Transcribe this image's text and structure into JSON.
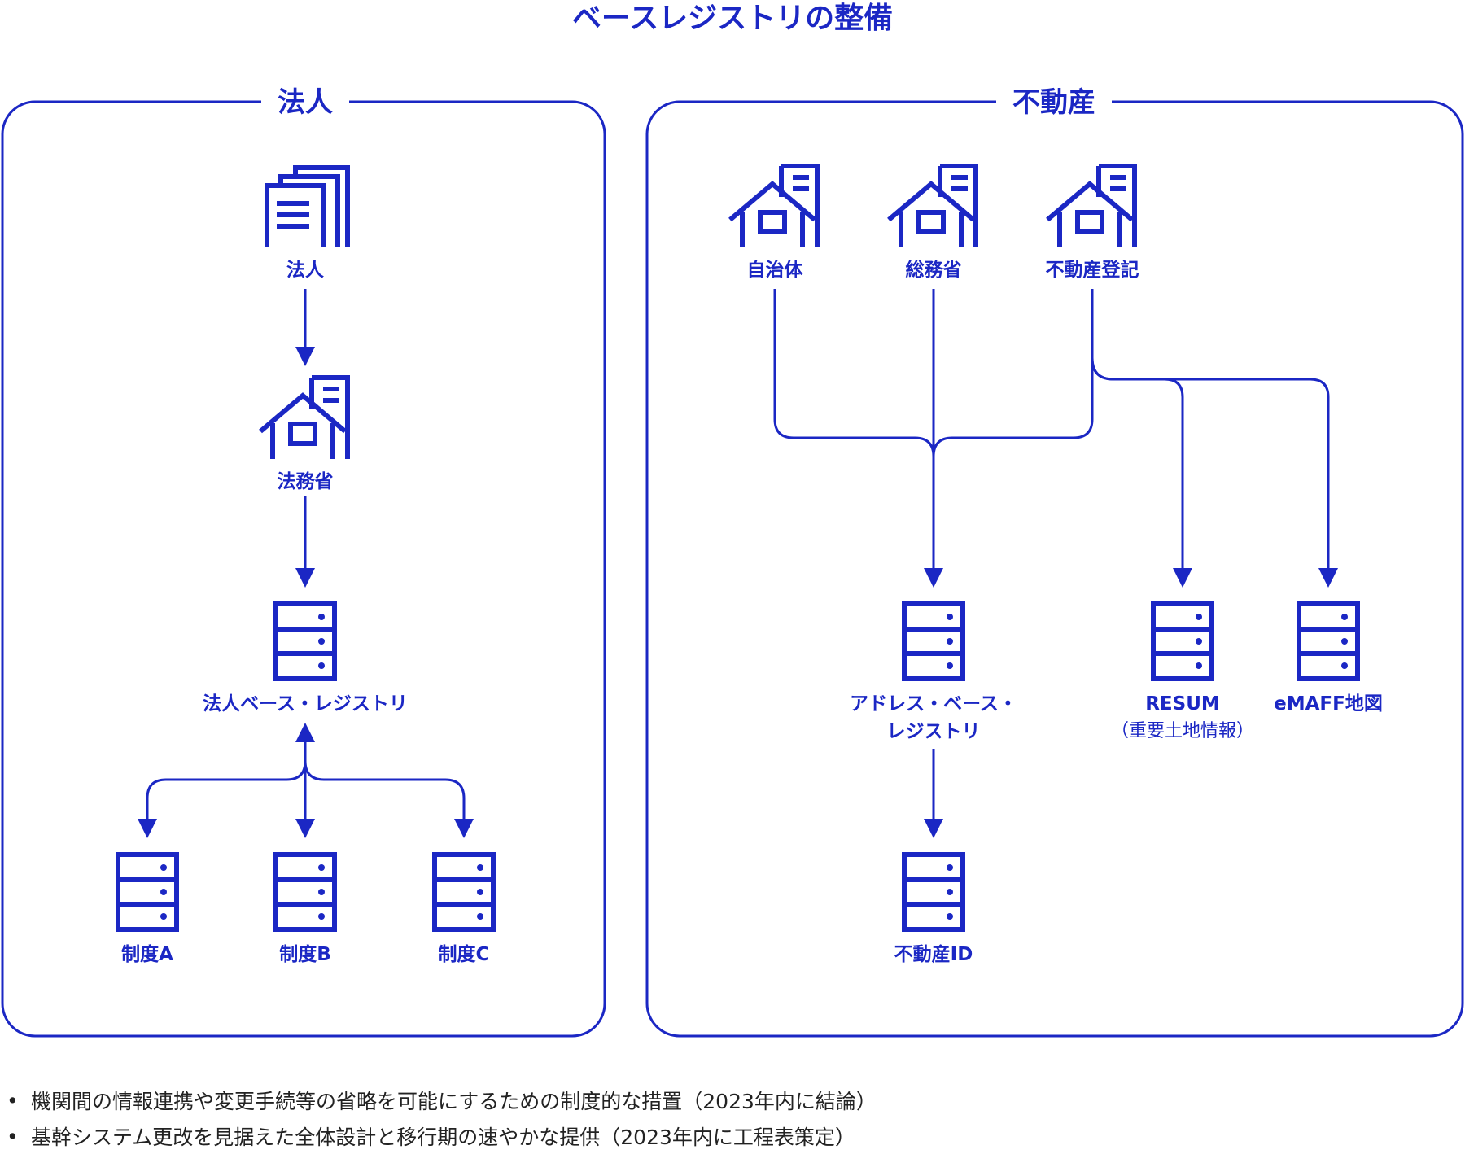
{
  "title": "ベースレジストリの整備",
  "colors": {
    "accent": "#1b27c4",
    "note_text": "#222222"
  },
  "left_panel": {
    "title": "法人",
    "nodes": {
      "corporation": {
        "label": "法人",
        "icon": "office-building-icon"
      },
      "moj": {
        "label": "法務省",
        "icon": "government-building-icon"
      },
      "corporate_registry": {
        "label": "法人ベース・レジストリ",
        "icon": "server-icon"
      },
      "system_a": {
        "label": "制度A",
        "icon": "server-icon"
      },
      "system_b": {
        "label": "制度B",
        "icon": "server-icon"
      },
      "system_c": {
        "label": "制度C",
        "icon": "server-icon"
      }
    }
  },
  "right_panel": {
    "title": "不動産",
    "nodes": {
      "municipality": {
        "label": "自治体",
        "icon": "government-building-icon"
      },
      "mic": {
        "label": "総務省",
        "icon": "government-building-icon"
      },
      "real_estate_registration": {
        "label": "不動産登記",
        "icon": "government-building-icon"
      },
      "address_registry": {
        "label_line1": "アドレス・ベース・",
        "label_line2": "レジストリ",
        "icon": "server-icon"
      },
      "resum": {
        "label": "RESUM",
        "sublabel": "（重要土地情報）",
        "icon": "server-icon"
      },
      "emaff": {
        "label": "eMAFF地図",
        "icon": "server-icon"
      },
      "real_estate_id": {
        "label": "不動産ID",
        "icon": "server-icon"
      }
    }
  },
  "notes": [
    "機関間の情報連携や変更手続等の省略を可能にするための制度的な措置（2023年内に結論）",
    "基幹システム更改を見据えた全体設計と移行期の速やかな提供（2023年内に工程表策定）"
  ],
  "bullet": "•"
}
